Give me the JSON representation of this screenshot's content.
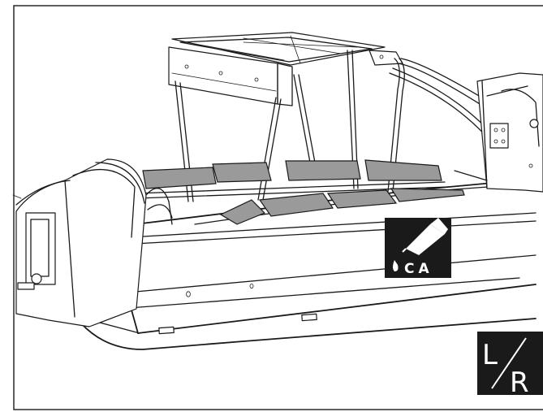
{
  "badges": {
    "ca_label": "CA",
    "lr_left": "L",
    "lr_right": "R"
  },
  "colors": {
    "line": "#1a1a1a",
    "window_tint": "#9a9a9a",
    "badge_background": "#1a1a1a",
    "badge_foreground": "#ffffff"
  },
  "icons": {
    "ca_badge": "glue-bottle-drop-icon",
    "lr_badge": "left-right-both-sides-icon"
  }
}
